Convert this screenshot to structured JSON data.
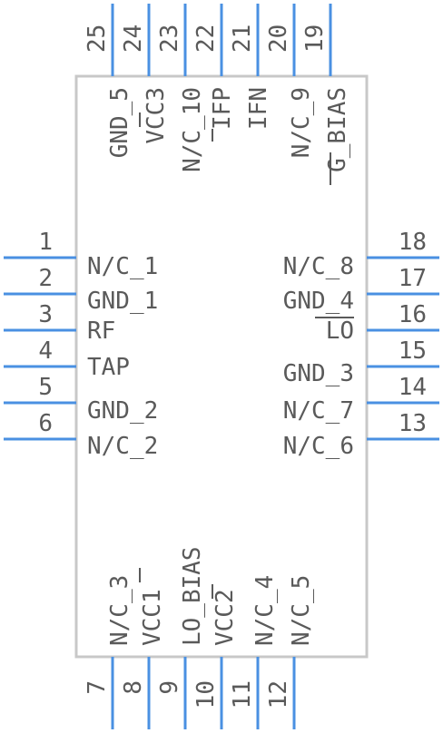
{
  "colors": {
    "body_outline": "#c8c8c8",
    "pin": "#4a90e2",
    "text": "#5a5a5a",
    "background": "#ffffff"
  },
  "pins": {
    "left": [
      {
        "num": "1",
        "label": "N/C_1"
      },
      {
        "num": "2",
        "label": "GND_1"
      },
      {
        "num": "3",
        "label": "RF"
      },
      {
        "num": "4",
        "label": "TAP"
      },
      {
        "num": "5",
        "label": "GND_2"
      },
      {
        "num": "6",
        "label": "N/C_2"
      }
    ],
    "bottom": [
      {
        "num": "7",
        "label": "N/C_3"
      },
      {
        "num": "8",
        "label": "VCC1"
      },
      {
        "num": "9",
        "label": "LO_BIAS"
      },
      {
        "num": "10",
        "label": "VCC2"
      },
      {
        "num": "11",
        "label": "N/C_4"
      },
      {
        "num": "12",
        "label": "N/C_5"
      }
    ],
    "right": [
      {
        "num": "13",
        "label": "N/C_6"
      },
      {
        "num": "14",
        "label": "N/C_7"
      },
      {
        "num": "15",
        "label": "GND_3"
      },
      {
        "num": "16",
        "label": "LO"
      },
      {
        "num": "17",
        "label": "GND_4"
      },
      {
        "num": "18",
        "label": "N/C_8"
      }
    ],
    "top": [
      {
        "num": "19",
        "label": "G_BIAS"
      },
      {
        "num": "20",
        "label": "N/C_9"
      },
      {
        "num": "21",
        "label": "IFN"
      },
      {
        "num": "22",
        "label": "IFP"
      },
      {
        "num": "23",
        "label": "N/C_10"
      },
      {
        "num": "24",
        "label": "VCC3"
      },
      {
        "num": "25",
        "label": "GND_5"
      }
    ]
  }
}
